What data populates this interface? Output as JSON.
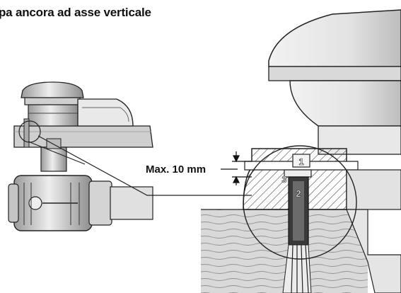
{
  "title": "pa ancora ad asse verticale",
  "dimension": {
    "label": "Max. 10 mm"
  },
  "callouts": [
    "1",
    "2",
    "3"
  ],
  "colors": {
    "line": "#222222",
    "metal_light": "#e6e6e6",
    "metal_mid": "#bdbdbd",
    "deck_wood": "#d4d4d4",
    "hatch": "#555555"
  }
}
